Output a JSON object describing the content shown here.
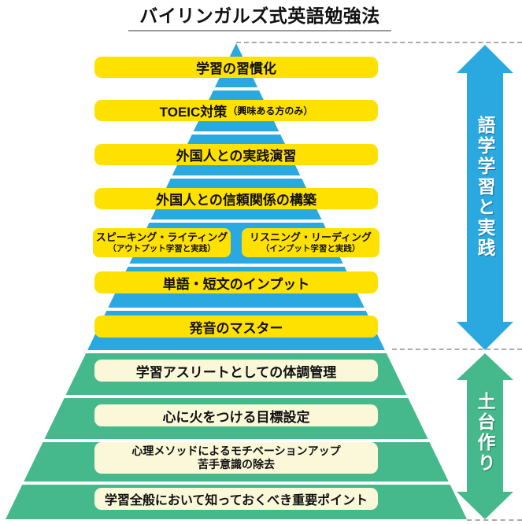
{
  "title": "バイリンガルズ式英語勉強法",
  "colors": {
    "blue": "#29a9e0",
    "green": "#45b98c",
    "yellow": "#ffe100",
    "cream": "#faf8d9",
    "dash": "#aaaaaa",
    "ink": "#111111"
  },
  "pyramid": {
    "blue_rows": [
      {
        "label": "学習の習慣化"
      },
      {
        "label": "TOEIC対策",
        "note": "（興味ある方のみ）"
      },
      {
        "label": "外国人との実践演習"
      },
      {
        "label": "外国人との信頼関係の構築"
      },
      {
        "left": {
          "label": "スピーキング・ライティング",
          "note": "（アウトプット学習と実践）"
        },
        "right": {
          "label": "リスニング・リーディング",
          "note": "（インプット学習と実践）"
        }
      },
      {
        "label": "単語・短文のインプット"
      },
      {
        "label": "発音のマスター"
      }
    ],
    "green_rows": [
      {
        "label": "学習アスリートとしての体調管理"
      },
      {
        "label": "心に火をつける目標設定"
      },
      {
        "label": "心理メソッドによるモチベーションアップ",
        "label2": "苦手意識の除去"
      },
      {
        "label": "学習全般において知っておくべき重要ポイント"
      }
    ]
  },
  "arrows": {
    "blue_label": "語学学習と実践",
    "green_label": "土台作り"
  }
}
